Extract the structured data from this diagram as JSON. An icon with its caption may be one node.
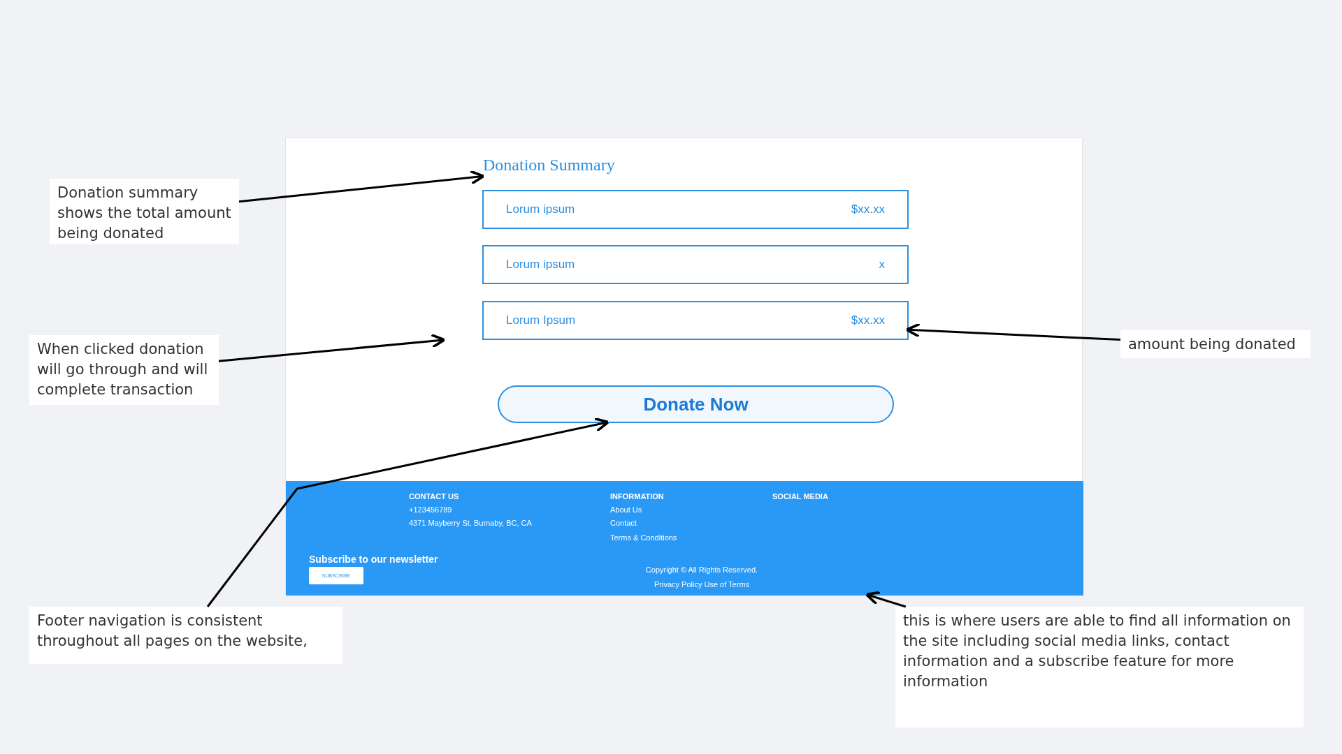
{
  "diagram": {
    "nodes": [
      {
        "text": [],
        "shape": "box"
      },
      {
        "text": [
          "Donation Summary"
        ],
        "in": 0
      },
      {
        "text": [
          "Lorum ipsum",
          "$xx.xx"
        ],
        "in": 0
      },
      {
        "text": [
          "Lorum ipsum",
          "x"
        ],
        "in": 0
      },
      {
        "text": [
          "Lorum Ipsum",
          "$xx.xx"
        ],
        "in": 0
      },
      {
        "text": [
          "Donate Now"
        ],
        "in": 0
      },
      {
        "text": [],
        "shape": "bar",
        "in": 0
      },
      {
        "text": [
          "SUBSCRIBE"
        ],
        "in": 6
      },
      {
        "text": [
          "Donation summary shows the total amount being donated"
        ]
      },
      {
        "text": [
          "When clicked donation will go through and will complete transaction"
        ]
      },
      {
        "text": [
          "amount being donated"
        ]
      },
      {
        "text": [
          "Footer navigation is consistent throughout all pages on the website,"
        ]
      },
      {
        "text": [
          "this is where users are able to find all information on the site including social media links, contact information and a subscribe feature for more information"
        ]
      }
    ],
    "edges": [
      {
        "from": 8,
        "to": 1,
        "arrow": "to"
      },
      {
        "from": 9,
        "to": null,
        "arrow": "to"
      },
      {
        "from": 10,
        "to": 4,
        "arrow": "to"
      },
      {
        "from": 11,
        "to": 5,
        "arrow": "to"
      },
      {
        "from": 12,
        "to": 6,
        "arrow": "to"
      }
    ],
    "labels": [
      "CONTACT US",
      "+123456789",
      "4371 Mayberry St. Burnaby, BC, CA",
      "INFORMATION",
      "About Us",
      "Contact",
      "Terms & Conditions",
      "SOCIAL MEDIA",
      "Subscribe to our newsletter",
      "Copyright © All Rights Reserved.",
      "Privacy Policy Use of Terms"
    ]
  }
}
